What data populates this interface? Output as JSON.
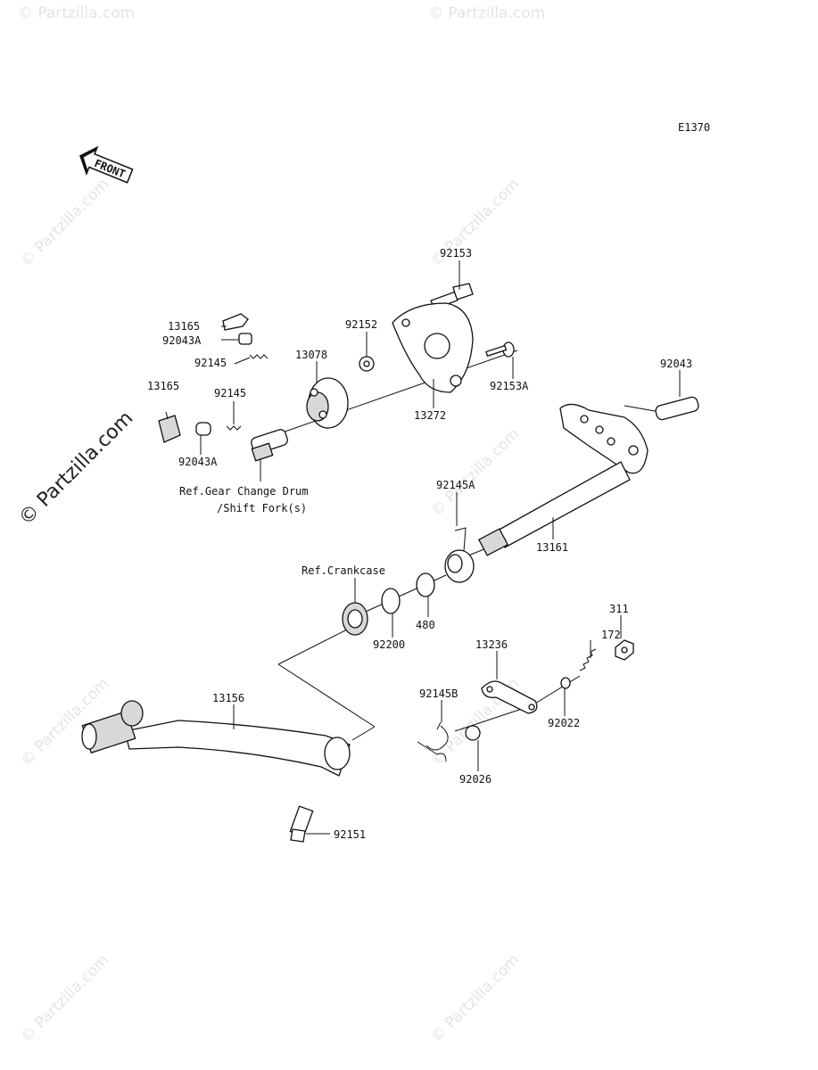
{
  "diagram_code": "E1370",
  "front_label": "FRONT",
  "watermark": "© Partzilla.com",
  "callouts": {
    "p92153": "92153",
    "p13165a": "13165",
    "p92152": "92152",
    "p92043a_top": "92043A",
    "p92145_top": "92145",
    "p13078": "13078",
    "p92153a": "92153A",
    "p92043": "92043",
    "p13165b": "13165",
    "p92145_mid": "92145",
    "p13272": "13272",
    "p92043a_bot": "92043A",
    "p92145a": "92145A",
    "p13161": "13161",
    "p311": "311",
    "p480": "480",
    "p92200": "92200",
    "p13236": "13236",
    "p172": "172",
    "p92145b": "92145B",
    "p92022": "92022",
    "p13156": "13156",
    "p92026": "92026",
    "p92151": "92151"
  },
  "references": {
    "gear_change_line1": "Ref.Gear Change Drum",
    "gear_change_line2": "/Shift Fork(s)",
    "crankcase": "Ref.Crankcase"
  }
}
